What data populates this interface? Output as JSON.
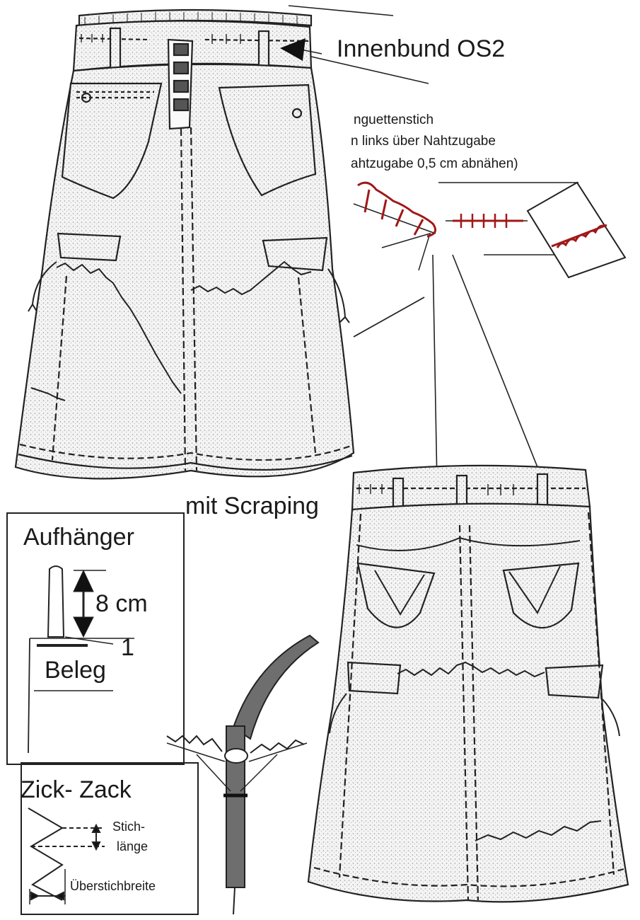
{
  "labels": {
    "innenbund": "Innenbund OS2",
    "stitch_line1": "nguettenstich",
    "stitch_line2": "n links über Nahtzugabe",
    "stitch_line3": "ahtzugabe 0,5 cm abnähen)",
    "scraping": "mit Scraping"
  },
  "hanger_panel": {
    "title": "Aufhänger",
    "measure": "8 cm",
    "number": "1",
    "facing": "Beleg"
  },
  "zigzag_panel": {
    "title": "Zick- Zack",
    "stitch_length_1": "Stich-",
    "stitch_length_2": "länge",
    "stitch_width": "Überstichbreite"
  },
  "colors": {
    "ink": "#222222",
    "stitch_red": "#a01818",
    "strap_gray": "#6e6e6e"
  }
}
